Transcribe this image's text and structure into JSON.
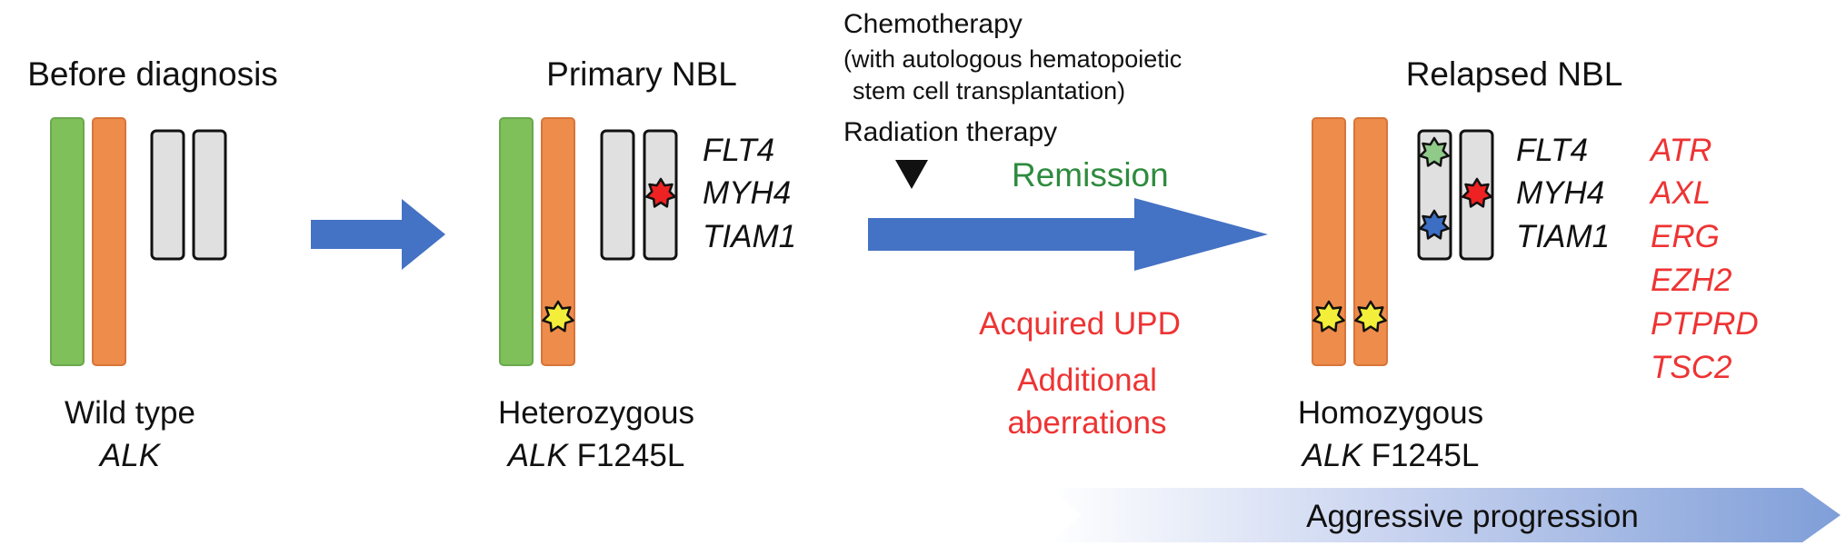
{
  "stages": {
    "before": {
      "title": "Before diagnosis",
      "genotype": "Wild type",
      "gene": "ALK"
    },
    "primary": {
      "title": "Primary NBL",
      "genotype": "Heterozygous",
      "gene": "ALK",
      "mutation": "F1245L"
    },
    "relapsed": {
      "title": "Relapsed NBL",
      "genotype": "Homozygous",
      "gene": "ALK",
      "mutation": "F1245L"
    }
  },
  "primary_genes": [
    "FLT4",
    "MYH4",
    "TIAM1"
  ],
  "relapsed_genes": [
    "FLT4",
    "MYH4",
    "TIAM1"
  ],
  "relapsed_extra_genes": [
    "ATR",
    "AXL",
    "ERG",
    "EZH2",
    "PTPRD",
    "TSC2"
  ],
  "treatment": {
    "line1": "Chemotherapy",
    "line2": "(with autologous hematopoietic",
    "line3": "stem cell transplantation)",
    "line4": "Radiation therapy"
  },
  "remission": "Remission",
  "events": {
    "upd": "Acquired UPD",
    "additional_1": "Additional",
    "additional_2": "aberrations"
  },
  "progression": "Aggressive progression",
  "colors": {
    "green_chromosome": "#7fc05a",
    "orange_chromosome": "#ee8c4b",
    "gray_chromosome": "#e0e0e0",
    "arrow_blue": "#4472c4",
    "red_text": "#ee3333",
    "green_text": "#2e8b3e",
    "star_yellow": "#f2ee3a",
    "star_red": "#ee2222",
    "star_green": "#8fca88",
    "star_blue": "#3c6ec4"
  }
}
